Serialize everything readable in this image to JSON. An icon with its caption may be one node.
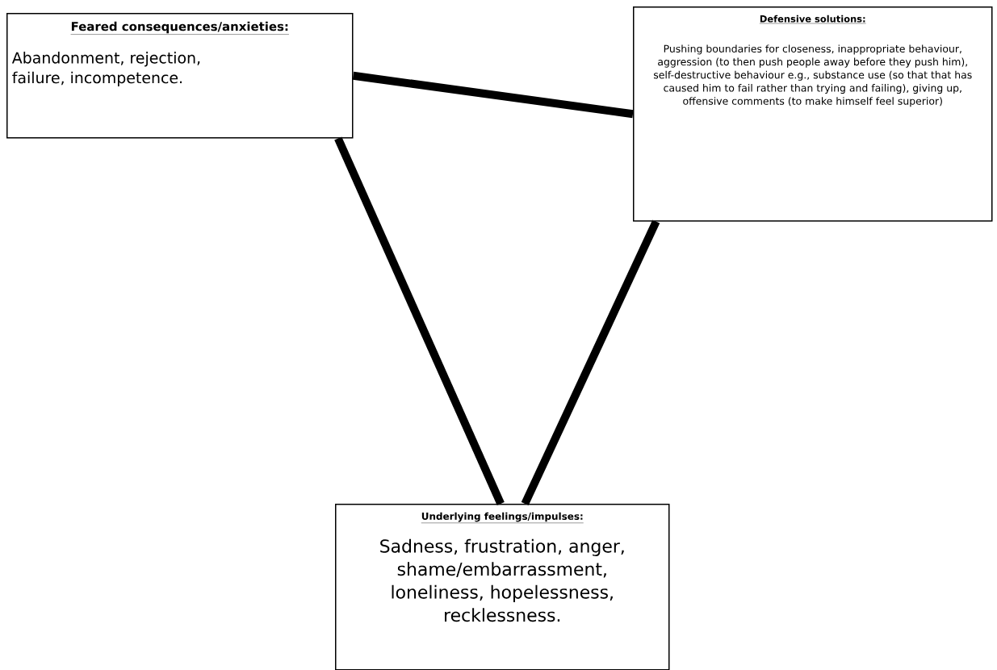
{
  "diagram": {
    "nodes": [
      {
        "text": [
          "Feared consequences/anxieties:",
          "Abandonment, rejection, failure, incompetence."
        ]
      },
      {
        "text": [
          "Defensive solutions:",
          "Pushing boundaries for closeness, inappropriate behaviour, aggression (to then push people away before they push him), self-destructive behaviour e.g., substance use (so that that has caused him to fail rather than trying and failing), giving up, offensive comments (to make himself feel superior)"
        ]
      },
      {
        "text": [
          "Underlying feelings/impulses:",
          "Sadness, frustration, anger, shame/embarrassment, loneliness, hopelessness, recklessness."
        ]
      }
    ],
    "edges": [
      {
        "from": 0,
        "to": 1,
        "arrow": "none"
      },
      {
        "from": 0,
        "to": 2,
        "arrow": "none"
      },
      {
        "from": 1,
        "to": 2,
        "arrow": "none"
      }
    ]
  }
}
